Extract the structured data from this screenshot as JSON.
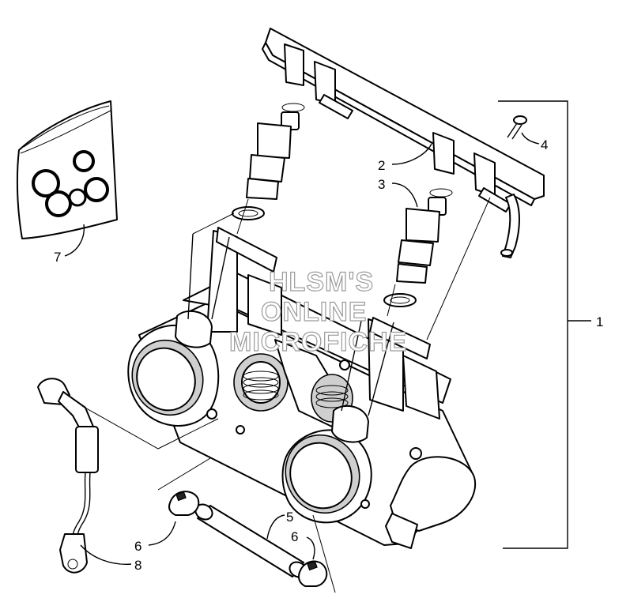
{
  "diagram": {
    "watermark": [
      "HLSM'S",
      "ONLINE",
      "MICROFICHE"
    ],
    "callouts": [
      {
        "id": "1",
        "text": "1"
      },
      {
        "id": "2",
        "text": "2"
      },
      {
        "id": "3",
        "text": "3"
      },
      {
        "id": "4",
        "text": "4"
      },
      {
        "id": "5",
        "text": "5"
      },
      {
        "id": "6a",
        "text": "6"
      },
      {
        "id": "6b",
        "text": "6"
      },
      {
        "id": "7",
        "text": "7"
      },
      {
        "id": "8",
        "text": "8"
      }
    ],
    "parts": [
      "fuel-rail",
      "fuel-injector-left",
      "fuel-injector-right",
      "fuel-rail-screw",
      "throttle-body-assembly",
      "connecting-hose",
      "hose-clamp-left",
      "hose-clamp-right",
      "o-ring-kit-package",
      "wiring-harness-lead"
    ],
    "colors": {
      "line": "#000000",
      "paper": "#ffffff",
      "watermark": "#9a9a9a"
    }
  }
}
